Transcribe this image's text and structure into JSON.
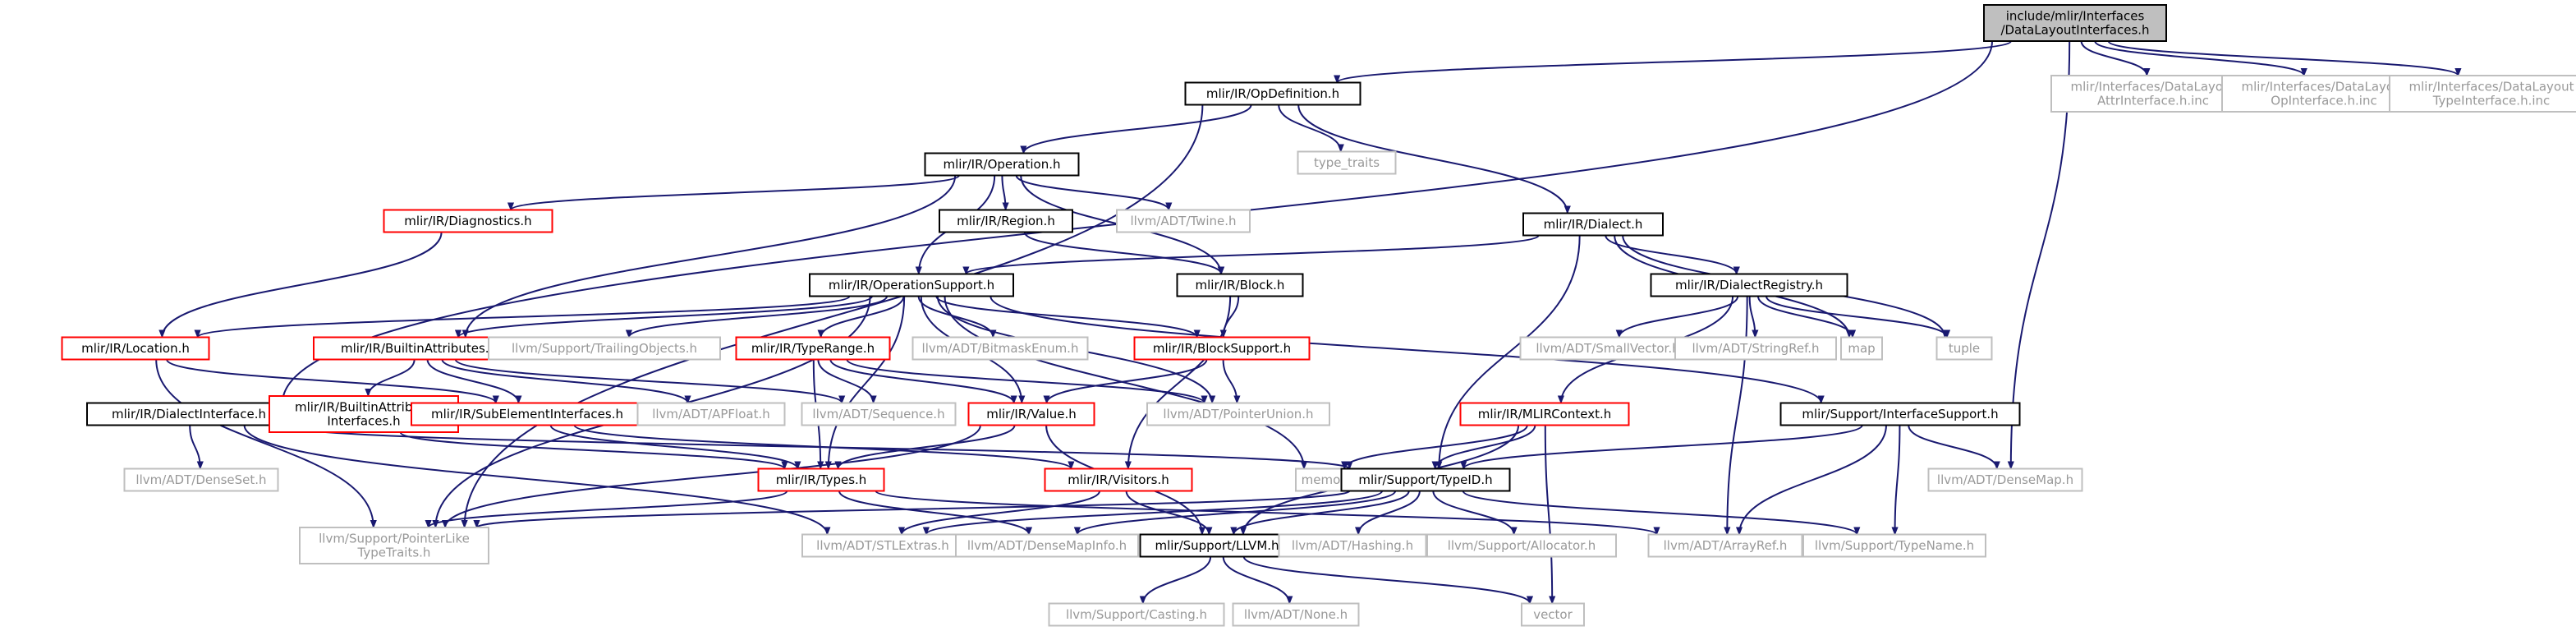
{
  "colors": {
    "root_fill": "#bfbfbf",
    "root_stroke": "#000000",
    "normal_stroke": "#000000",
    "truncated_stroke": "#ff0000",
    "external_stroke": "#bfbfbf",
    "text": "#000000",
    "external_text": "#999999",
    "edge": "#191970"
  },
  "nodes": [
    {
      "id": "root",
      "lines": [
        "include/mlir/Interfaces",
        "/DataLayoutInterfaces.h"
      ],
      "kind": "root"
    },
    {
      "id": "opdef",
      "lines": [
        "mlir/IR/OpDefinition.h"
      ],
      "kind": "normal"
    },
    {
      "id": "dlattr",
      "lines": [
        "mlir/Interfaces/DataLayout",
        "AttrInterface.h.inc"
      ],
      "kind": "external"
    },
    {
      "id": "dlop",
      "lines": [
        "mlir/Interfaces/DataLayout",
        "OpInterface.h.inc"
      ],
      "kind": "external"
    },
    {
      "id": "dltype",
      "lines": [
        "mlir/Interfaces/DataLayout",
        "TypeInterface.h.inc"
      ],
      "kind": "external"
    },
    {
      "id": "typetraits",
      "lines": [
        "type_traits"
      ],
      "kind": "external"
    },
    {
      "id": "operation",
      "lines": [
        "mlir/IR/Operation.h"
      ],
      "kind": "normal"
    },
    {
      "id": "dialect",
      "lines": [
        "mlir/IR/Dialect.h"
      ],
      "kind": "normal"
    },
    {
      "id": "diagnostics",
      "lines": [
        "mlir/IR/Diagnostics.h"
      ],
      "kind": "truncated"
    },
    {
      "id": "region",
      "lines": [
        "mlir/IR/Region.h"
      ],
      "kind": "normal"
    },
    {
      "id": "twine",
      "lines": [
        "llvm/ADT/Twine.h"
      ],
      "kind": "external"
    },
    {
      "id": "opsupport",
      "lines": [
        "mlir/IR/OperationSupport.h"
      ],
      "kind": "normal"
    },
    {
      "id": "block",
      "lines": [
        "mlir/IR/Block.h"
      ],
      "kind": "normal"
    },
    {
      "id": "dialectreg",
      "lines": [
        "mlir/IR/DialectRegistry.h"
      ],
      "kind": "normal"
    },
    {
      "id": "location",
      "lines": [
        "mlir/IR/Location.h"
      ],
      "kind": "truncated"
    },
    {
      "id": "builtinattr",
      "lines": [
        "mlir/IR/BuiltinAttributes.h"
      ],
      "kind": "truncated"
    },
    {
      "id": "trailing",
      "lines": [
        "llvm/Support/TrailingObjects.h"
      ],
      "kind": "external"
    },
    {
      "id": "typerange",
      "lines": [
        "mlir/IR/TypeRange.h"
      ],
      "kind": "truncated"
    },
    {
      "id": "bitmask",
      "lines": [
        "llvm/ADT/BitmaskEnum.h"
      ],
      "kind": "external"
    },
    {
      "id": "blocksupport",
      "lines": [
        "mlir/IR/BlockSupport.h"
      ],
      "kind": "truncated"
    },
    {
      "id": "smallvector",
      "lines": [
        "llvm/ADT/SmallVector.h"
      ],
      "kind": "external"
    },
    {
      "id": "stringref",
      "lines": [
        "llvm/ADT/StringRef.h"
      ],
      "kind": "external"
    },
    {
      "id": "map",
      "lines": [
        "map"
      ],
      "kind": "external"
    },
    {
      "id": "tuple",
      "lines": [
        "tuple"
      ],
      "kind": "external"
    },
    {
      "id": "dialectif",
      "lines": [
        "mlir/IR/DialectInterface.h"
      ],
      "kind": "normal"
    },
    {
      "id": "builtinattrif",
      "lines": [
        "mlir/IR/BuiltinAttribute",
        "Interfaces.h"
      ],
      "kind": "truncated"
    },
    {
      "id": "subelem",
      "lines": [
        "mlir/IR/SubElementInterfaces.h"
      ],
      "kind": "truncated"
    },
    {
      "id": "apfloat",
      "lines": [
        "llvm/ADT/APFloat.h"
      ],
      "kind": "external"
    },
    {
      "id": "sequence",
      "lines": [
        "llvm/ADT/Sequence.h"
      ],
      "kind": "external"
    },
    {
      "id": "value",
      "lines": [
        "mlir/IR/Value.h"
      ],
      "kind": "truncated"
    },
    {
      "id": "ptrunion",
      "lines": [
        "llvm/ADT/PointerUnion.h"
      ],
      "kind": "external"
    },
    {
      "id": "mlircontext",
      "lines": [
        "mlir/IR/MLIRContext.h"
      ],
      "kind": "truncated"
    },
    {
      "id": "ifsupport",
      "lines": [
        "mlir/Support/InterfaceSupport.h"
      ],
      "kind": "normal"
    },
    {
      "id": "denseset",
      "lines": [
        "llvm/ADT/DenseSet.h"
      ],
      "kind": "external"
    },
    {
      "id": "types",
      "lines": [
        "mlir/IR/Types.h"
      ],
      "kind": "truncated"
    },
    {
      "id": "visitors",
      "lines": [
        "mlir/IR/Visitors.h"
      ],
      "kind": "truncated"
    },
    {
      "id": "memory",
      "lines": [
        "memory"
      ],
      "kind": "external"
    },
    {
      "id": "typeid",
      "lines": [
        "mlir/Support/TypeID.h"
      ],
      "kind": "normal"
    },
    {
      "id": "densemap",
      "lines": [
        "llvm/ADT/DenseMap.h"
      ],
      "kind": "external"
    },
    {
      "id": "ptrlike",
      "lines": [
        "llvm/Support/PointerLike",
        "TypeTraits.h"
      ],
      "kind": "external"
    },
    {
      "id": "stlextras",
      "lines": [
        "llvm/ADT/STLExtras.h"
      ],
      "kind": "external"
    },
    {
      "id": "densemapinfo",
      "lines": [
        "llvm/ADT/DenseMapInfo.h"
      ],
      "kind": "external"
    },
    {
      "id": "llvmh",
      "lines": [
        "mlir/Support/LLVM.h"
      ],
      "kind": "normal"
    },
    {
      "id": "hashing",
      "lines": [
        "llvm/ADT/Hashing.h"
      ],
      "kind": "external"
    },
    {
      "id": "allocator",
      "lines": [
        "llvm/Support/Allocator.h"
      ],
      "kind": "external"
    },
    {
      "id": "arrayref",
      "lines": [
        "llvm/ADT/ArrayRef.h"
      ],
      "kind": "external"
    },
    {
      "id": "typename",
      "lines": [
        "llvm/Support/TypeName.h"
      ],
      "kind": "external"
    },
    {
      "id": "casting",
      "lines": [
        "llvm/Support/Casting.h"
      ],
      "kind": "external"
    },
    {
      "id": "none",
      "lines": [
        "llvm/ADT/None.h"
      ],
      "kind": "external"
    },
    {
      "id": "vector",
      "lines": [
        "vector"
      ],
      "kind": "external"
    }
  ],
  "edges": [
    [
      "root",
      "opdef"
    ],
    [
      "root",
      "dlattr"
    ],
    [
      "root",
      "dlop"
    ],
    [
      "root",
      "dltype"
    ],
    [
      "root",
      "densemap"
    ],
    [
      "root",
      "dialectif"
    ],
    [
      "opdef",
      "typetraits"
    ],
    [
      "opdef",
      "operation"
    ],
    [
      "opdef",
      "dialect"
    ],
    [
      "opdef",
      "ptrlike"
    ],
    [
      "operation",
      "diagnostics"
    ],
    [
      "operation",
      "region"
    ],
    [
      "operation",
      "twine"
    ],
    [
      "operation",
      "opsupport"
    ],
    [
      "operation",
      "block"
    ],
    [
      "operation",
      "builtinattr"
    ],
    [
      "dialect",
      "opsupport"
    ],
    [
      "dialect",
      "dialectreg"
    ],
    [
      "dialect",
      "typeid"
    ],
    [
      "dialect",
      "map"
    ],
    [
      "dialect",
      "tuple"
    ],
    [
      "diagnostics",
      "location"
    ],
    [
      "region",
      "block"
    ],
    [
      "block",
      "blocksupport"
    ],
    [
      "block",
      "visitors"
    ],
    [
      "opsupport",
      "location"
    ],
    [
      "opsupport",
      "builtinattr"
    ],
    [
      "opsupport",
      "trailing"
    ],
    [
      "opsupport",
      "typerange"
    ],
    [
      "opsupport",
      "bitmask"
    ],
    [
      "opsupport",
      "blocksupport"
    ],
    [
      "opsupport",
      "ptrunion"
    ],
    [
      "opsupport",
      "memory"
    ],
    [
      "opsupport",
      "ifsupport"
    ],
    [
      "opsupport",
      "types"
    ],
    [
      "opsupport",
      "value"
    ],
    [
      "opsupport",
      "ptrlike"
    ],
    [
      "dialectreg",
      "smallvector"
    ],
    [
      "dialectreg",
      "stringref"
    ],
    [
      "dialectreg",
      "map"
    ],
    [
      "dialectreg",
      "tuple"
    ],
    [
      "dialectreg",
      "mlircontext"
    ],
    [
      "dialectreg",
      "arrayref"
    ],
    [
      "location",
      "subelem"
    ],
    [
      "location",
      "ptrlike"
    ],
    [
      "builtinattr",
      "builtinattrif"
    ],
    [
      "builtinattr",
      "subelem"
    ],
    [
      "builtinattr",
      "apfloat"
    ],
    [
      "builtinattr",
      "sequence"
    ],
    [
      "typerange",
      "sequence"
    ],
    [
      "typerange",
      "value"
    ],
    [
      "typerange",
      "ptrunion"
    ],
    [
      "typerange",
      "types"
    ],
    [
      "blocksupport",
      "value"
    ],
    [
      "blocksupport",
      "ptrunion"
    ],
    [
      "dialectif",
      "denseset"
    ],
    [
      "dialectif",
      "stlextras"
    ],
    [
      "dialectif",
      "typeid"
    ],
    [
      "builtinattrif",
      "types"
    ],
    [
      "subelem",
      "types"
    ],
    [
      "subelem",
      "visitors"
    ],
    [
      "value",
      "types"
    ],
    [
      "value",
      "llvmh"
    ],
    [
      "value",
      "ptrlike"
    ],
    [
      "mlircontext",
      "memory"
    ],
    [
      "mlircontext",
      "typeid"
    ],
    [
      "mlircontext",
      "llvmh"
    ],
    [
      "mlircontext",
      "vector"
    ],
    [
      "ifsupport",
      "typeid"
    ],
    [
      "ifsupport",
      "densemap"
    ],
    [
      "ifsupport",
      "arrayref"
    ],
    [
      "ifsupport",
      "typename"
    ],
    [
      "types",
      "ptrlike"
    ],
    [
      "types",
      "densemapinfo"
    ],
    [
      "types",
      "arrayref"
    ],
    [
      "visitors",
      "llvmh"
    ],
    [
      "visitors",
      "stlextras"
    ],
    [
      "typeid",
      "ptrlike"
    ],
    [
      "typeid",
      "stlextras"
    ],
    [
      "typeid",
      "densemapinfo"
    ],
    [
      "typeid",
      "llvmh"
    ],
    [
      "typeid",
      "hashing"
    ],
    [
      "typeid",
      "allocator"
    ],
    [
      "typeid",
      "typename"
    ],
    [
      "llvmh",
      "casting"
    ],
    [
      "llvmh",
      "none"
    ],
    [
      "llvmh",
      "vector"
    ]
  ]
}
